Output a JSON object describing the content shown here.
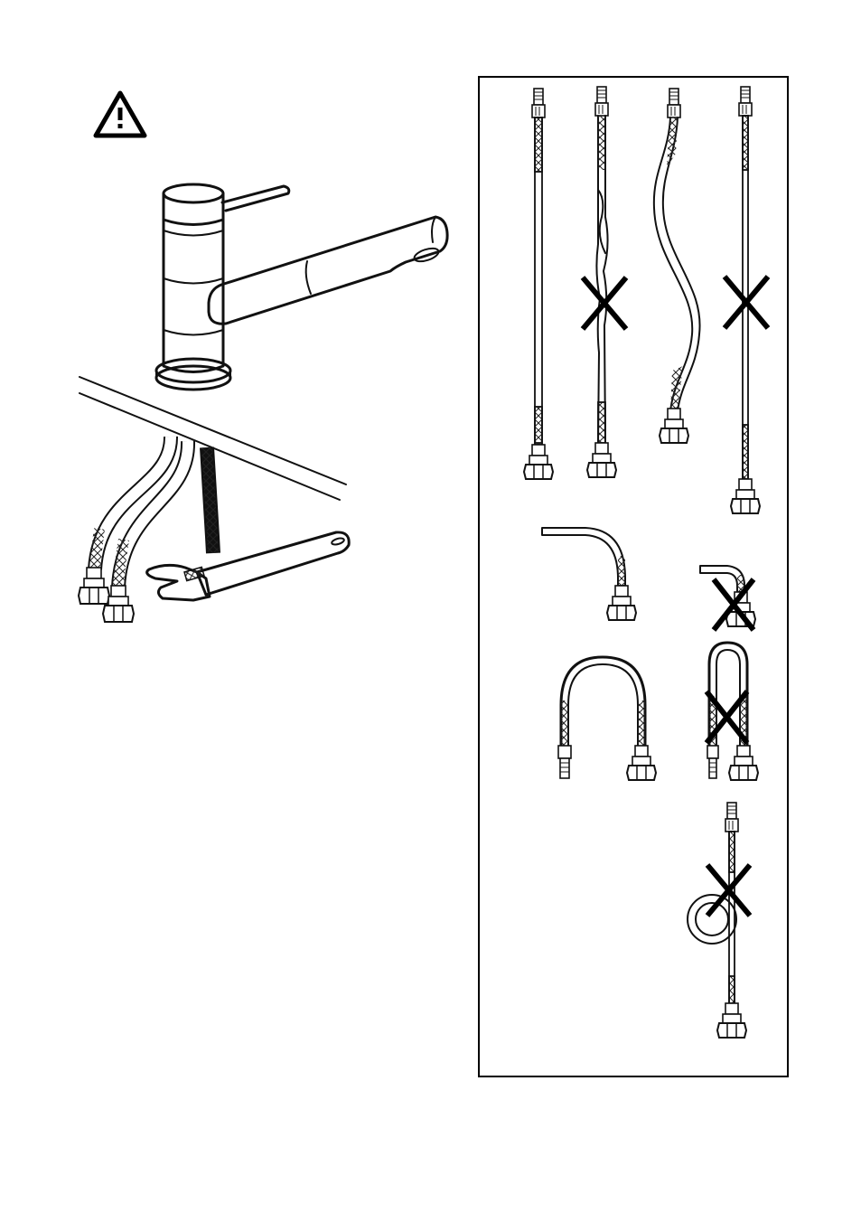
{
  "figure": {
    "warning": {
      "icon": "warning-triangle-icon",
      "symbol": "!"
    },
    "left_scene": {
      "items": [
        "faucet-icon",
        "countertop",
        "supply-hose-icon",
        "supply-hose-icon",
        "pull-out-hose-icon",
        "adjustable-wrench-icon"
      ]
    },
    "panel": {
      "rows": [
        {
          "row": 1,
          "items": [
            {
              "hose": "straight",
              "status": "correct"
            },
            {
              "hose": "twisted",
              "status": "incorrect"
            },
            {
              "hose": "gentle-s-curve",
              "status": "correct"
            },
            {
              "hose": "overstretched",
              "status": "incorrect"
            }
          ]
        },
        {
          "row": 2,
          "items": [
            {
              "hose": "wide-bend",
              "status": "correct"
            },
            {
              "hose": "tight-bend",
              "status": "incorrect"
            }
          ]
        },
        {
          "row": 3,
          "items": [
            {
              "hose": "wide-u-loop",
              "status": "correct"
            },
            {
              "hose": "narrow-u-loop",
              "status": "incorrect"
            }
          ]
        },
        {
          "row": 4,
          "items": [
            {
              "hose": "coiled-loop",
              "status": "incorrect"
            }
          ]
        }
      ]
    }
  }
}
